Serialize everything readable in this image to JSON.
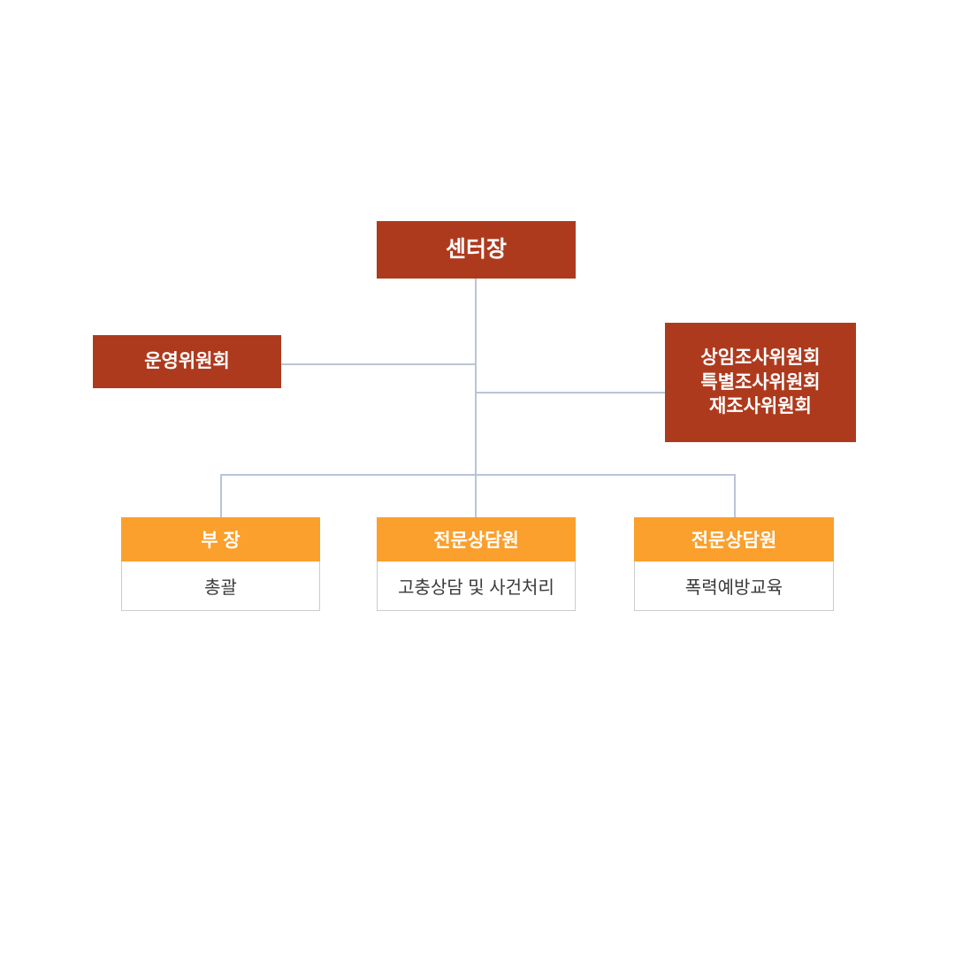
{
  "chart": {
    "type": "org-chart",
    "title": "",
    "colors": {
      "primary_box": "#ae3a1e",
      "secondary_box": "#fb9f2d",
      "body_box": "#ffffff",
      "body_border": "#cccccc",
      "connector": "#b9c5d6",
      "primary_text": "#ffffff",
      "body_text": "#3a3a3a",
      "background": "#ffffff"
    },
    "nodes": {
      "director": {
        "label": "센터장"
      },
      "operating_committee": {
        "label": "운영위원회"
      },
      "investigation_committees": {
        "lines": [
          "상임조사위원회",
          "특별조사위원회",
          "재조사위원회"
        ]
      },
      "staff": [
        {
          "title": "부 장",
          "duty": "총괄"
        },
        {
          "title": "전문상담원",
          "duty": "고충상담 및 사건처리"
        },
        {
          "title": "전문상담원",
          "duty": "폭력예방교육"
        }
      ]
    }
  }
}
